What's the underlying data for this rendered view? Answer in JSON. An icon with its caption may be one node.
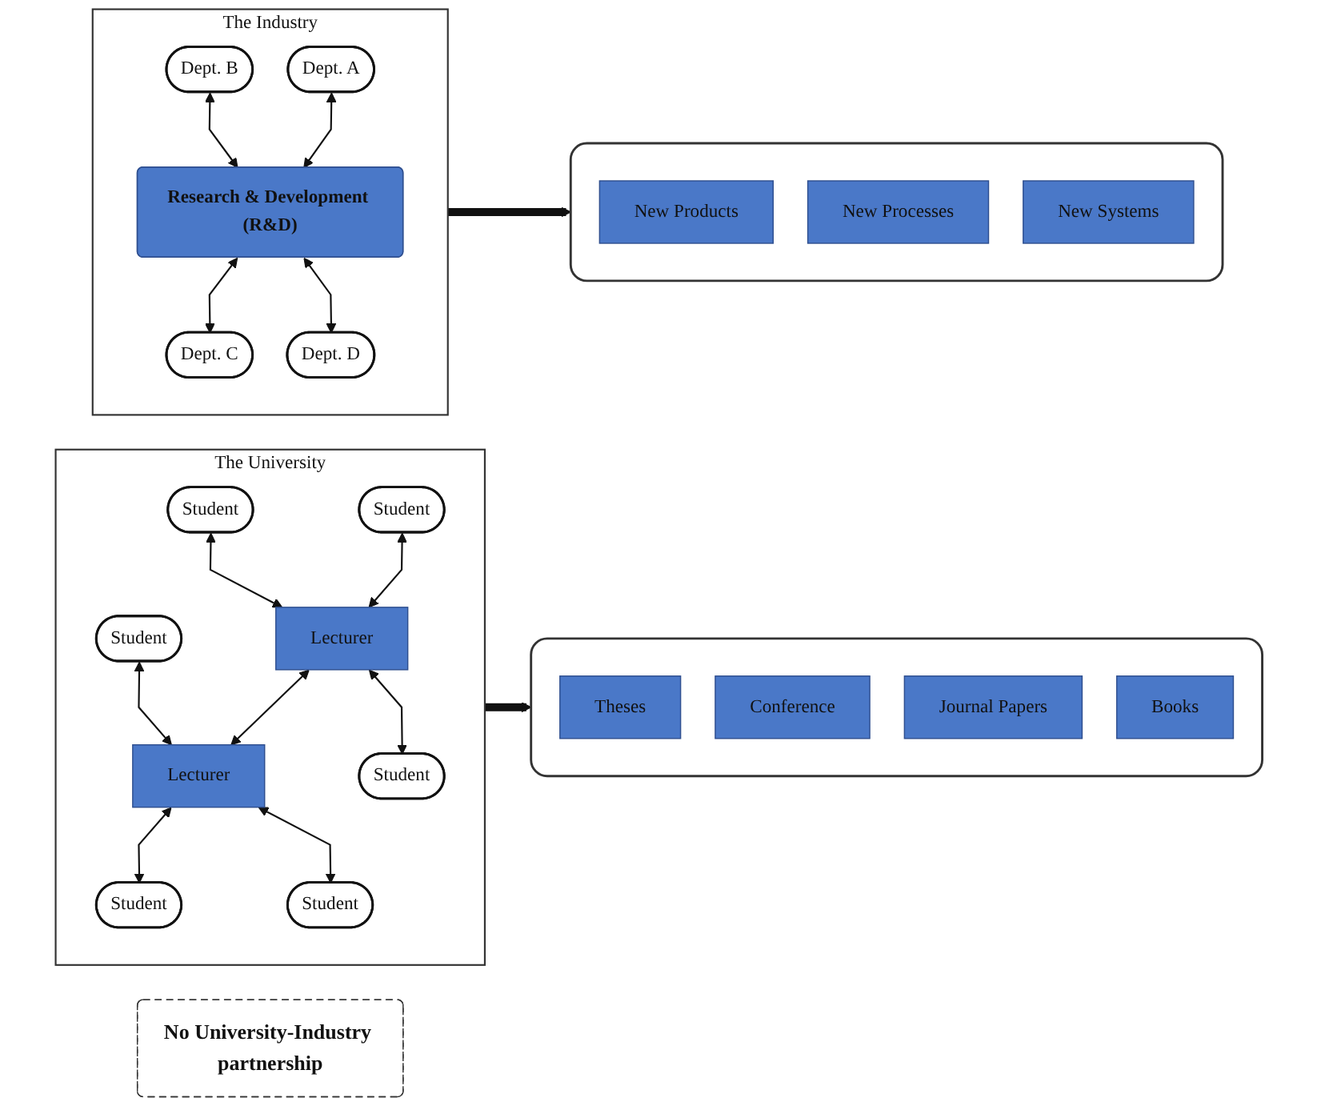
{
  "diagram": {
    "nodes": [
      {
        "text": [
          "The University"
        ]
      },
      {
        "text": [
          "Student"
        ],
        "in": 0
      },
      {
        "text": [
          "Student"
        ],
        "in": 0
      },
      {
        "text": [
          "Student"
        ],
        "in": 0
      },
      {
        "text": [
          "Lecturer"
        ],
        "in": 0
      },
      {
        "text": [
          "Lecturer"
        ],
        "in": 0
      },
      {
        "text": [
          "Student"
        ],
        "in": 0
      },
      {
        "text": [
          "Student"
        ],
        "in": 0
      },
      {
        "text": [
          "Student"
        ],
        "in": 0
      },
      {
        "text": [],
        "shape": "box"
      },
      {
        "text": [
          "Theses"
        ],
        "in": 9
      },
      {
        "text": [
          "Conference"
        ],
        "in": 9
      },
      {
        "text": [
          "Journal Papers"
        ],
        "in": 9
      },
      {
        "text": [
          "Books"
        ],
        "in": 9
      },
      {
        "text": [
          "No University-Industry partnership"
        ]
      },
      {
        "text": [
          "The Industry"
        ]
      },
      {
        "text": [
          "Dept. B"
        ],
        "in": 15
      },
      {
        "text": [
          "Dept. A"
        ],
        "in": 15
      },
      {
        "text": [
          "Research & Development (R&D)"
        ],
        "in": 15
      },
      {
        "text": [
          "Dept. C"
        ],
        "in": 15
      },
      {
        "text": [
          "Dept. D"
        ],
        "in": 15
      },
      {
        "text": [],
        "shape": "box"
      },
      {
        "text": [
          "New Products"
        ],
        "in": 21
      },
      {
        "text": [
          "New Processes"
        ],
        "in": 21
      },
      {
        "text": [
          "New Systems"
        ],
        "in": 21
      }
    ],
    "edges": [
      {
        "from": 1,
        "to": 4,
        "arrow": "both"
      },
      {
        "from": 3,
        "to": 4,
        "arrow": "both"
      },
      {
        "from": 4,
        "to": 5,
        "arrow": "both"
      },
      {
        "from": 4,
        "to": 7,
        "arrow": "both"
      },
      {
        "from": 2,
        "to": 5,
        "arrow": "both"
      },
      {
        "from": 5,
        "to": 6,
        "arrow": "both"
      },
      {
        "from": 5,
        "to": 8,
        "arrow": "both"
      },
      {
        "from": 0,
        "to": 9,
        "arrow": "to",
        "style": "thick"
      },
      {
        "from": 16,
        "to": 18,
        "arrow": "both"
      },
      {
        "from": 17,
        "to": 18,
        "arrow": "both"
      },
      {
        "from": 18,
        "to": 19,
        "arrow": "both"
      },
      {
        "from": 18,
        "to": 20,
        "arrow": "both"
      },
      {
        "from": 15,
        "to": 21,
        "arrow": "to",
        "style": "thick"
      }
    ]
  }
}
